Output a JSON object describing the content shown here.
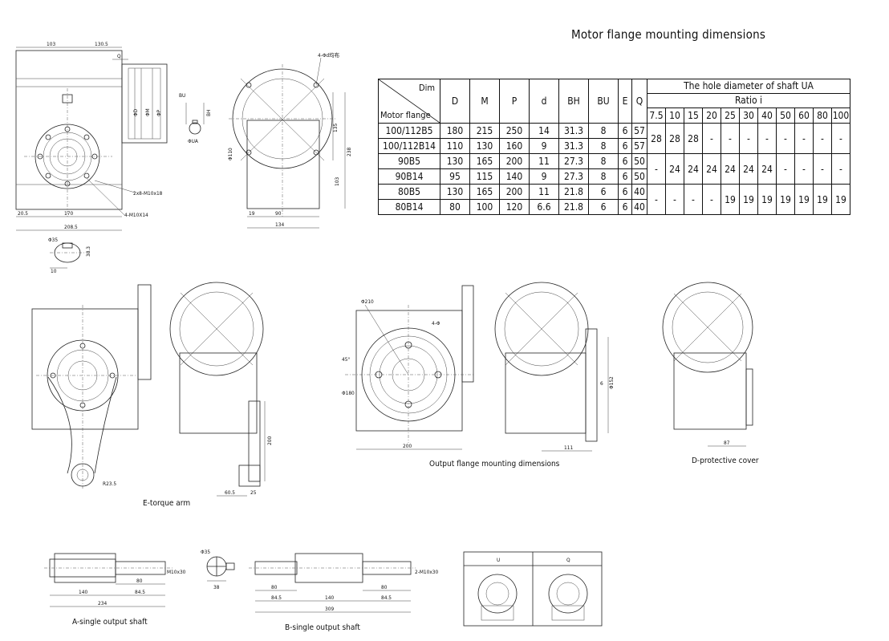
{
  "page_title": "Motor flange mounting dimensions",
  "table": {
    "corner_top": "Dim",
    "corner_bottom": "Motor flange",
    "headers": [
      "D",
      "M",
      "P",
      "d",
      "BH",
      "BU",
      "E",
      "Q"
    ],
    "ua_title": "The hole diameter of shaft UA",
    "ratio_title": "Ratio i",
    "ratios": [
      "7.5",
      "10",
      "15",
      "20",
      "25",
      "30",
      "40",
      "50",
      "60",
      "80",
      "100"
    ],
    "rows": [
      {
        "flange": "100/112B5",
        "values": [
          "180",
          "215",
          "250",
          "14",
          "31.3",
          "8",
          "6",
          "57"
        ]
      },
      {
        "flange": "100/112B14",
        "values": [
          "110",
          "130",
          "160",
          "9",
          "31.3",
          "8",
          "6",
          "57"
        ]
      },
      {
        "flange": "90B5",
        "values": [
          "130",
          "165",
          "200",
          "11",
          "27.3",
          "8",
          "6",
          "50"
        ]
      },
      {
        "flange": "90B14",
        "values": [
          "95",
          "115",
          "140",
          "9",
          "27.3",
          "8",
          "6",
          "50"
        ]
      },
      {
        "flange": "80B5",
        "values": [
          "130",
          "165",
          "200",
          "11",
          "21.8",
          "6",
          "6",
          "40"
        ]
      },
      {
        "flange": "80B14",
        "values": [
          "80",
          "100",
          "120",
          "6.6",
          "21.8",
          "6",
          "6",
          "40"
        ]
      }
    ],
    "ua_groups": [
      [
        "28",
        "28",
        "28",
        "-",
        "-",
        "-",
        "-",
        "-",
        "-",
        "-",
        "-"
      ],
      [
        "-",
        "24",
        "24",
        "24",
        "24",
        "24",
        "24",
        "-",
        "-",
        "-",
        "-"
      ],
      [
        "-",
        "-",
        "-",
        "-",
        "19",
        "19",
        "19",
        "19",
        "19",
        "19",
        "19"
      ]
    ]
  },
  "captions": {
    "output_flange": "Output flange mounting dimensions",
    "protective_cover": "D-protective cover",
    "torque_arm": "E-torque arm",
    "single_shaft_a": "A-single output shaft",
    "single_shaft_b": "B-single output shaft",
    "view_u": "U",
    "view_q": "Q"
  },
  "dims": {
    "d103": "103",
    "d130_5": "130.5",
    "dQ": "Q",
    "dBU": "BU",
    "dBH": "BH",
    "dUA": "ΦUA",
    "dD": "ΦD",
    "dM": "ΦM",
    "dP": "ΦP",
    "holes_front": "2x8-M10x18",
    "holes_side": "4-M10X14",
    "holes_top": "4-Φd均布",
    "d20_5": "20.5",
    "d170": "170",
    "d208_5": "208.5",
    "d35": "Φ35",
    "d38_3": "38.3",
    "d10": "10",
    "d110": "Φ110",
    "d135": "135",
    "d238": "238",
    "d103b": "103",
    "d19": "19",
    "d90": "90",
    "d134": "134",
    "r23_5": "R23.5",
    "d200": "200",
    "d60_5": "60.5",
    "d25": "25",
    "d210": "Φ210",
    "d180": "Φ180",
    "d45": "45°",
    "d4_5": "4-Φ",
    "d200b": "200",
    "d111": "111",
    "d152": "Φ152",
    "d6": "6",
    "d87": "87",
    "m10x30": "M10x30",
    "d80": "80",
    "d140": "140",
    "d84_5": "84.5",
    "d234": "234",
    "d35b": "Φ35",
    "d38": "38",
    "two_m10x30": "2-M10x30",
    "d309": "309"
  }
}
